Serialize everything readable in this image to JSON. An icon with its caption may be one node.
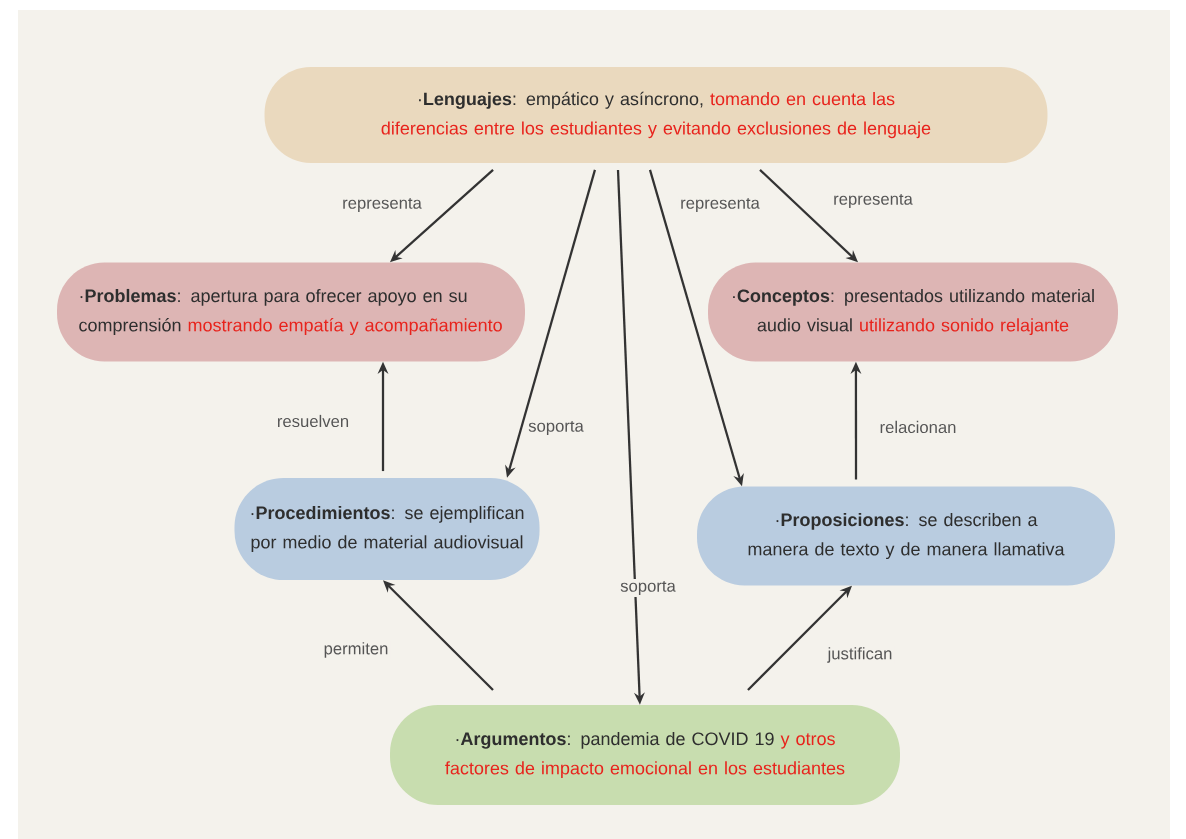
{
  "diagram": {
    "nodes": [
      {
        "text": [
          "·**Lenguajes**: empático y asíncrono,",
          "tomando en cuenta las diferencias entre los estudiantes y evitando exclusiones de lenguaje"
        ]
      },
      {
        "text": [
          "·**Problemas**: apertura para ofrecer apoyo en su comprensión",
          "mostrando empatía y acompañamiento"
        ]
      },
      {
        "text": [
          "·**Conceptos**: presentados utilizando material audio visual",
          "utilizando sonido relajante"
        ]
      },
      {
        "text": [
          "·**Procedimientos**: se ejemplifican por medio de material audiovisual"
        ]
      },
      {
        "text": [
          "·**Proposiciones**: se describen a manera de texto y de manera llamativa"
        ]
      },
      {
        "text": [
          "·**Argumentos**: pandemia de COVID 19",
          "y otros factores de impacto emocional en los estudiantes"
        ]
      }
    ],
    "edges": [
      {
        "from": 0,
        "to": 1,
        "arrow": "to",
        "label": "representa"
      },
      {
        "from": 0,
        "to": 3,
        "arrow": "to",
        "label": "soporta"
      },
      {
        "from": 0,
        "to": 5,
        "arrow": "to",
        "label": "soporta"
      },
      {
        "from": 0,
        "to": 4,
        "arrow": "to",
        "label": "representa"
      },
      {
        "from": 0,
        "to": 2,
        "arrow": "to",
        "label": "representa"
      },
      {
        "from": 3,
        "to": 1,
        "arrow": "to",
        "label": "resuelven"
      },
      {
        "from": 4,
        "to": 2,
        "arrow": "to",
        "label": "relacionan"
      },
      {
        "from": 5,
        "to": 3,
        "arrow": "to",
        "label": "permiten"
      },
      {
        "from": 5,
        "to": 4,
        "arrow": "to",
        "label": "justifican"
      }
    ]
  }
}
